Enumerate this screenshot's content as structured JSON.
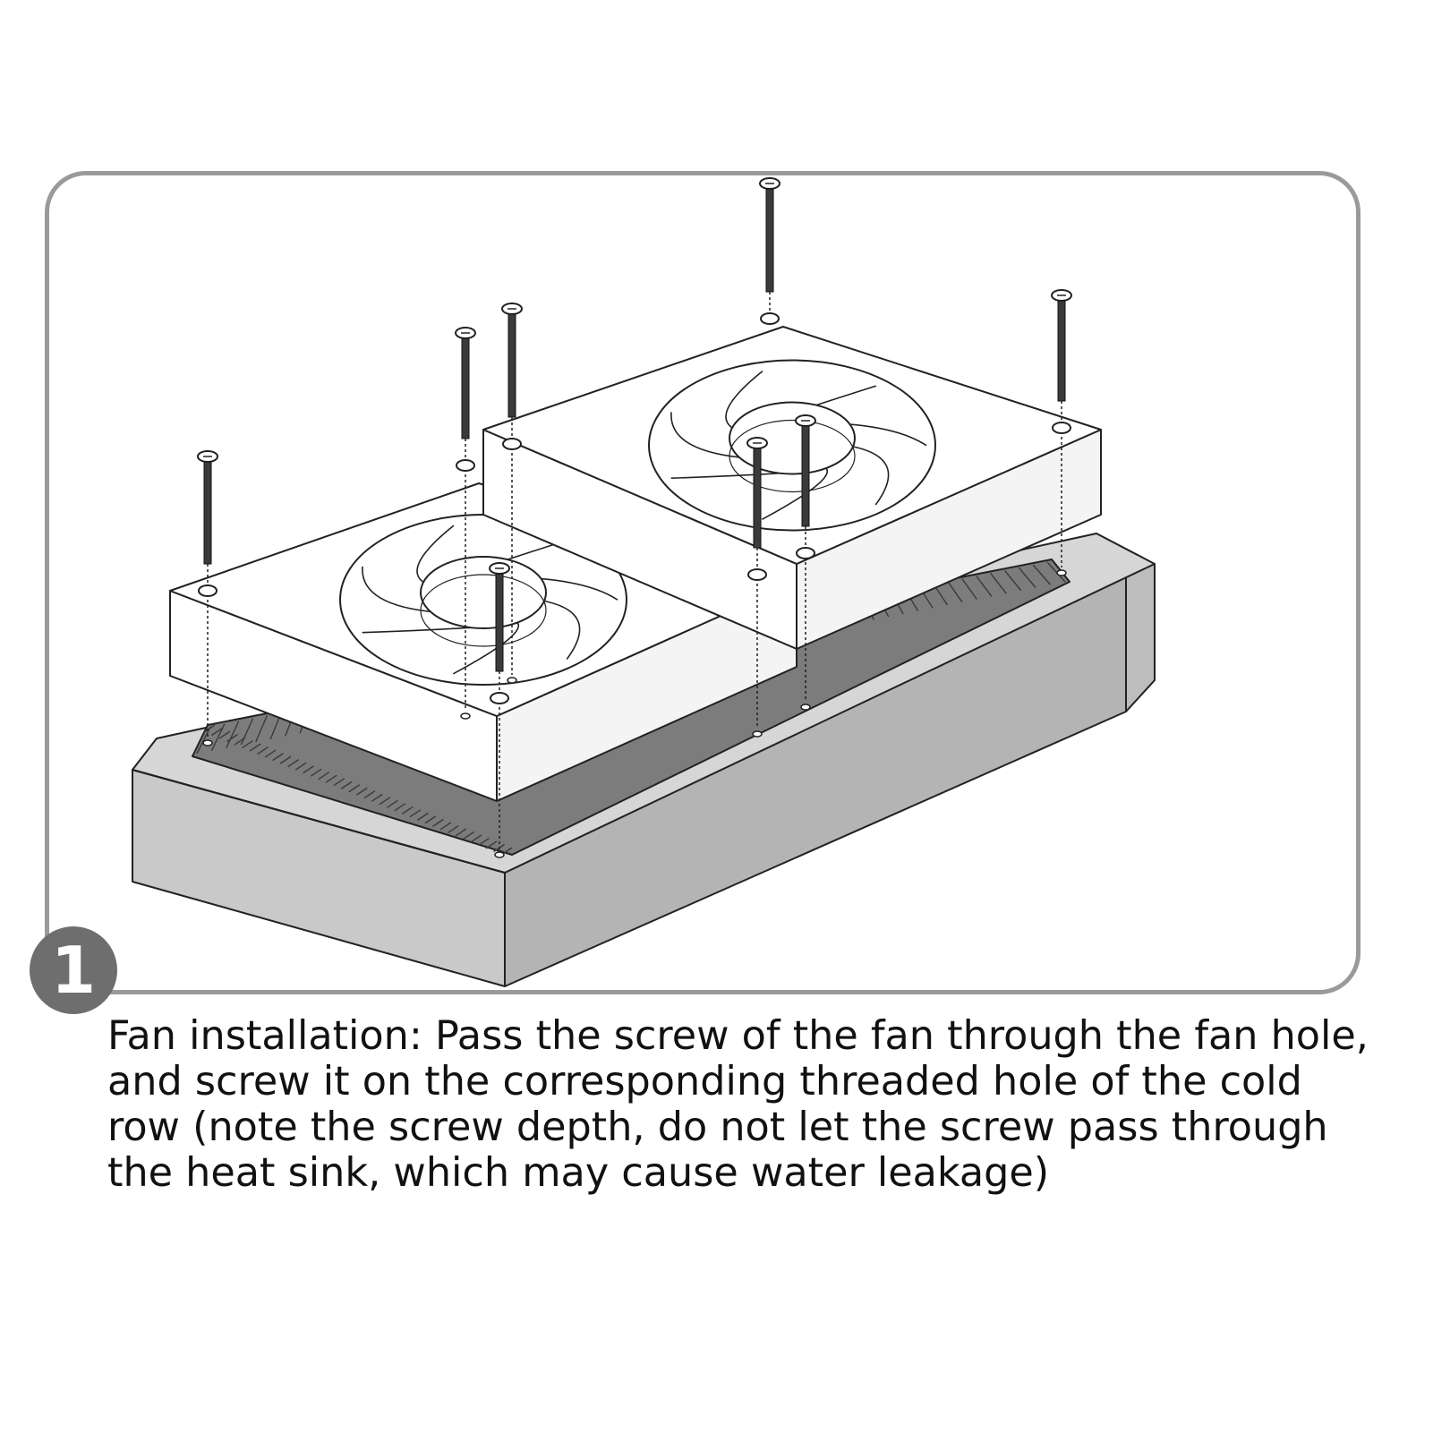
{
  "step": {
    "number": "1"
  },
  "instruction": {
    "text": "Fan installation: Pass the screw of the fan through the fan hole, and screw it on the corresponding threaded hole of the cold row (note the screw depth, do not let the screw pass through the heat sink, which may cause water leakage)"
  },
  "figure": {
    "fan_count": 2,
    "screw_count": 8,
    "colors": {
      "frame": "#9a9a9a",
      "line": "#222222",
      "radiator_front": "#c9c9c9",
      "radiator_side": "#b4b4b4",
      "fins": "#6a6a6a",
      "fan_body": "#ffffff",
      "badge": "#6e6e6e"
    }
  }
}
